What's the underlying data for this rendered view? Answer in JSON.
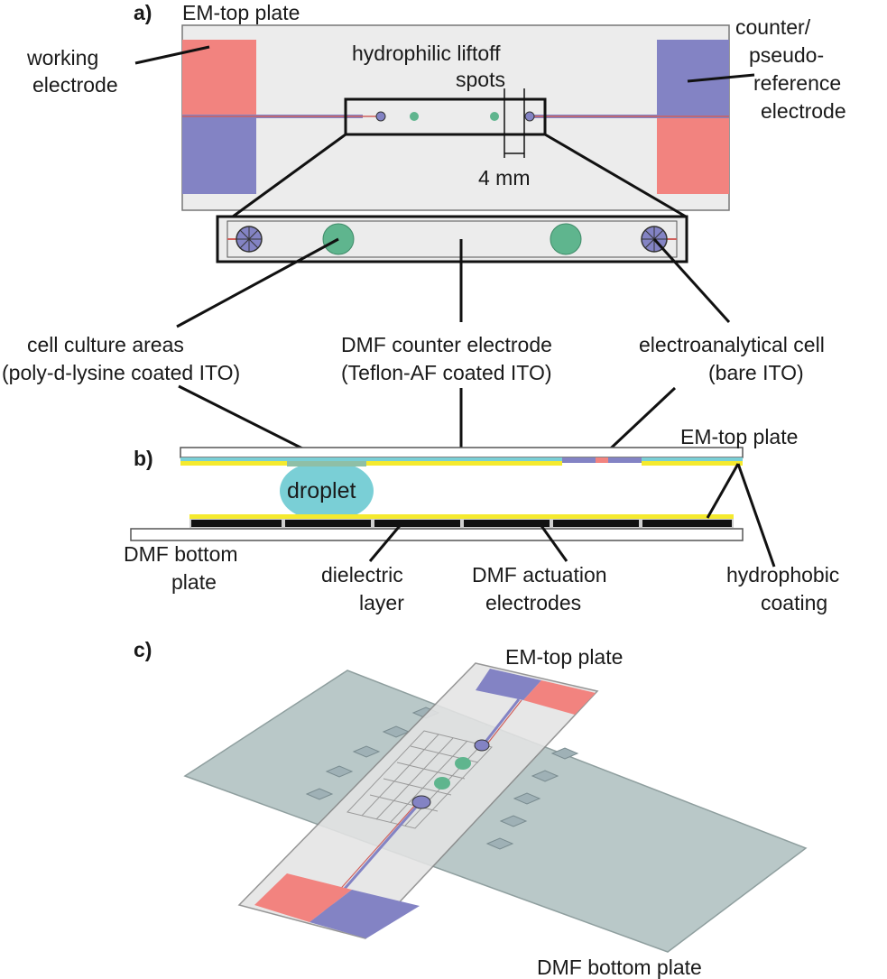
{
  "panels": {
    "a": "a)",
    "b": "b)",
    "c": "c)"
  },
  "panel_a": {
    "title": "EM-top plate",
    "working_electrode": [
      "working",
      "electrode"
    ],
    "counter_electrode": [
      "counter/",
      "pseudo-",
      "reference",
      "electrode"
    ],
    "liftoff_spots": [
      "hydrophilic liftoff",
      "spots"
    ],
    "scale": "4 mm",
    "cell_culture": [
      "cell culture areas",
      "(poly-d-lysine coated ITO)"
    ],
    "dmf_counter": [
      "DMF counter electrode",
      "(Teflon-AF coated ITO)"
    ],
    "electroanalytical": [
      "electroanalytical cell",
      "(bare ITO)"
    ]
  },
  "panel_b": {
    "top_plate": "EM-top plate",
    "droplet": "droplet",
    "bottom_plate": [
      "DMF bottom",
      "plate"
    ],
    "dielectric": [
      "dielectric",
      "layer"
    ],
    "actuation": [
      "DMF actuation",
      "electrodes"
    ],
    "hydrophobic": [
      "hydrophobic",
      "coating"
    ]
  },
  "panel_c": {
    "top_plate": "EM-top plate",
    "bottom_plate": "DMF bottom plate"
  },
  "colors": {
    "working_pink": "#f2837f",
    "counter_blue": "#8383c4",
    "culture_green": "#5fb58e",
    "droplet_cyan": "#7acfd6",
    "coating_yellow": "#f5ea2e",
    "plate_gray": "#ececec",
    "bottom_glass": "#b6c6c6"
  }
}
